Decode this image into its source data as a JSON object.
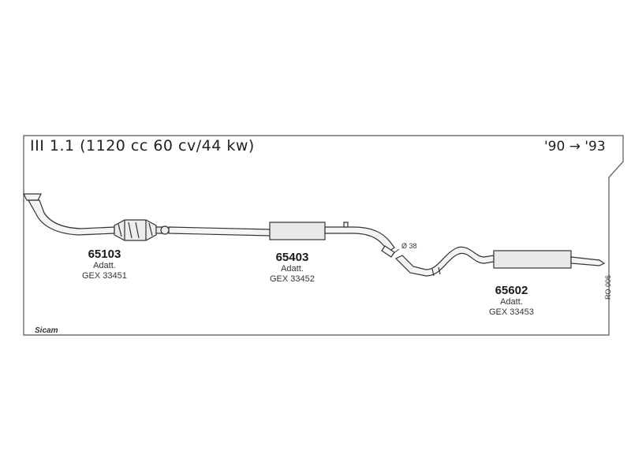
{
  "header": {
    "model": "III 1.1 (1120 cc 60 cv/44 kw)",
    "years": "'90 → '93"
  },
  "parts": [
    {
      "code": "65103",
      "note": "Adatt.",
      "ref": "GEX 33451"
    },
    {
      "code": "65403",
      "note": "Adatt.",
      "ref": "GEX 33452"
    },
    {
      "code": "65602",
      "note": "Adatt.",
      "ref": "GEX 33453"
    }
  ],
  "annotations": {
    "diameter": "Ø 38",
    "diagram_code": "RO 006"
  },
  "brand": "Sicam"
}
